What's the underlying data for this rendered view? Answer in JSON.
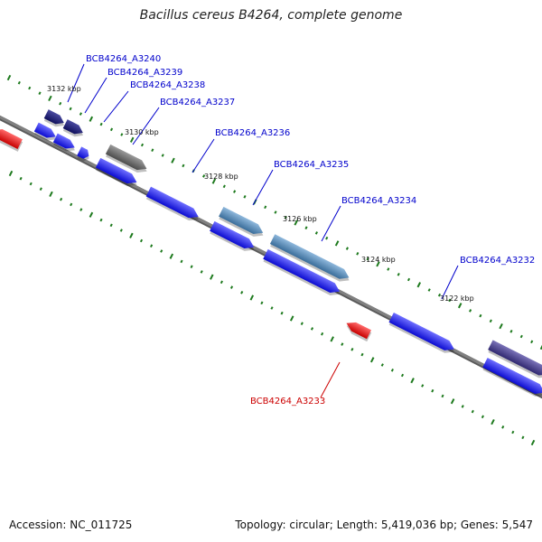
{
  "title": "Bacillus cereus B4264, complete genome",
  "footer": {
    "accession": "Accession: NC_011725",
    "summary": "Topology: circular; Length: 5,419,036 bp; Genes: 5,547"
  },
  "colors": {
    "forward_gene": "#1414e6",
    "reverse_gene": "#e61414",
    "label_forward": "#0000cc",
    "label_reverse": "#cc0000",
    "backbone": "#808080",
    "tick": "#1e7a1e"
  },
  "kbp_labels": [
    "3132 kbp",
    "3130 kbp",
    "3128 kbp",
    "3126 kbp",
    "3124 kbp",
    "3122 kbp"
  ],
  "gene_labels": [
    {
      "text": "BCB4264_A3240",
      "strand": "forward"
    },
    {
      "text": "BCB4264_A3239",
      "strand": "forward"
    },
    {
      "text": "BCB4264_A3238",
      "strand": "forward"
    },
    {
      "text": "BCB4264_A3237",
      "strand": "forward"
    },
    {
      "text": "BCB4264_A3236",
      "strand": "forward"
    },
    {
      "text": "BCB4264_A3235",
      "strand": "forward"
    },
    {
      "text": "BCB4264_A3234",
      "strand": "forward"
    },
    {
      "text": "BCB4264_A3232",
      "strand": "forward"
    },
    {
      "text": "BCB4264_A3233",
      "strand": "reverse"
    }
  ]
}
